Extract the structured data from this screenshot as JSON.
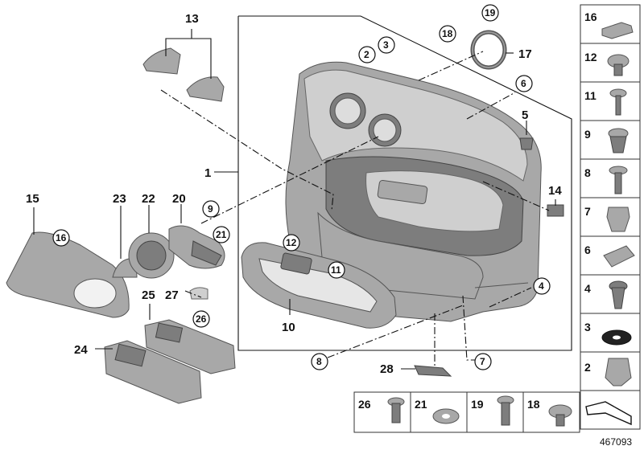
{
  "diagram_id": "467093",
  "callouts": {
    "c1": "1",
    "c2": "2",
    "c3": "3",
    "c4": "4",
    "c5": "5",
    "c6": "6",
    "c7": "7",
    "c8": "8",
    "c9": "9",
    "c10": "10",
    "c11": "11",
    "c12": "12",
    "c13": "13",
    "c14": "14",
    "c15": "15",
    "c16": "16",
    "c17": "17",
    "c18": "18",
    "c19": "19",
    "c20": "20",
    "c21": "21",
    "c22": "22",
    "c23": "23",
    "c24": "24",
    "c25": "25",
    "c26": "26",
    "c27": "27",
    "c28": "28"
  },
  "right_column": [
    "16",
    "12",
    "11",
    "9",
    "8",
    "7",
    "6",
    "4",
    "3",
    "2"
  ],
  "bottom_row": [
    "26",
    "21",
    "19",
    "18"
  ]
}
